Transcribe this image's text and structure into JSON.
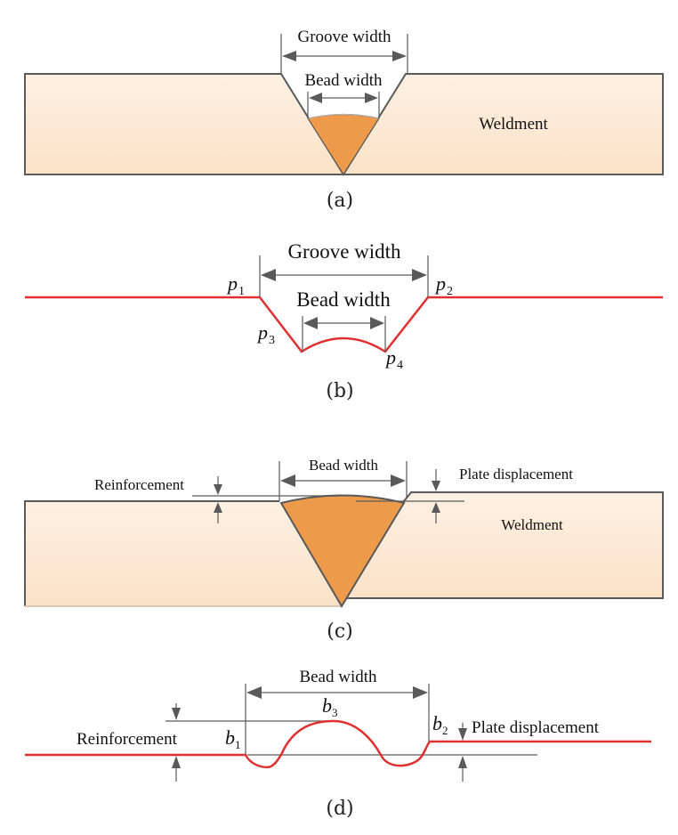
{
  "panels": {
    "a": {
      "caption": "(a)",
      "groove_width_label": "Groove width",
      "bead_width_label": "Bead width",
      "weldment_label": "Weldment"
    },
    "b": {
      "caption": "(b)",
      "groove_width_label": "Groove width",
      "bead_width_label": "Bead width",
      "points": [
        {
          "name": "p",
          "sub": "1"
        },
        {
          "name": "p",
          "sub": "2"
        },
        {
          "name": "p",
          "sub": "3"
        },
        {
          "name": "p",
          "sub": "4"
        }
      ]
    },
    "c": {
      "caption": "(c)",
      "bead_width_label": "Bead width",
      "reinforcement_label": "Reinforcement",
      "plate_displacement_label": "Plate displacement",
      "weldment_label": "Weldment"
    },
    "d": {
      "caption": "(d)",
      "bead_width_label": "Bead width",
      "reinforcement_label": "Reinforcement",
      "plate_displacement_label": "Plate displacement",
      "points": [
        {
          "name": "b",
          "sub": "1"
        },
        {
          "name": "b",
          "sub": "2"
        },
        {
          "name": "b",
          "sub": "3"
        }
      ]
    }
  },
  "colors": {
    "plate_top": "#fdf0e3",
    "plate_bottom": "#fbe2c8",
    "bead": "#ed9b4a",
    "profile_line": "#e03030",
    "dimension": "#5a5a5a"
  }
}
